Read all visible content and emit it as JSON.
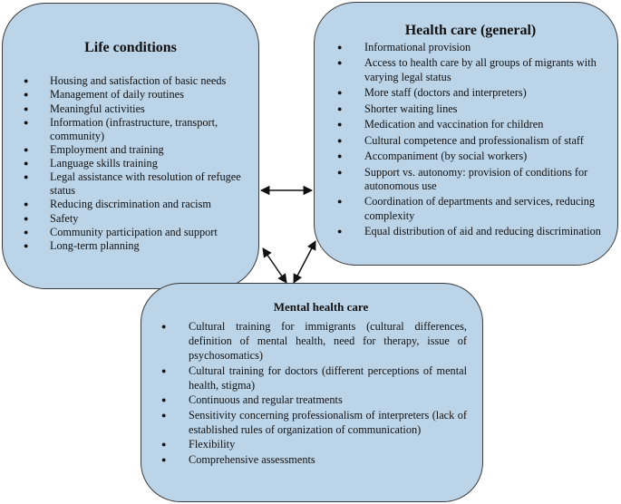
{
  "life": {
    "title": "Life conditions",
    "items": [
      "Housing and satisfaction of basic needs",
      "Management of daily routines",
      "Meaningful activities",
      "Information (infrastructure, transport, community)",
      "Employment and training",
      "Language skills training",
      "Legal assistance with resolution of refugee status",
      "Reducing discrimination and racism",
      "Safety",
      "Community participation and support",
      "Long-term planning"
    ]
  },
  "health": {
    "title": "Health care (general)",
    "items": [
      "Informational provision",
      "Access to health care by all groups of migrants with varying legal status",
      "More staff (doctors and interpreters)",
      "Shorter waiting lines",
      "Medication and vaccination for children",
      "Cultural competence and professionalism of staff",
      "Accompaniment (by social workers)",
      "Support vs. autonomy: provision of conditions for autonomous use",
      "Coordination of departments and services, reducing complexity",
      "Equal distribution of aid and reducing discrimination"
    ]
  },
  "mental": {
    "title": "Mental health care",
    "items": [
      "Cultural training for immigrants (cultural differences, definition of mental health, need for therapy, issue of psychosomatics)",
      "Cultural training for doctors (different perceptions of mental health, stigma)",
      "Continuous and regular treatments",
      "Sensitivity concerning professionalism of interpreters (lack of established rules of organization of communication)",
      "Flexibility",
      "Comprehensive assessments"
    ]
  },
  "colors": {
    "box_fill": "#bcd4e8",
    "border": "#3a3a3a",
    "arrow": "#111111"
  }
}
